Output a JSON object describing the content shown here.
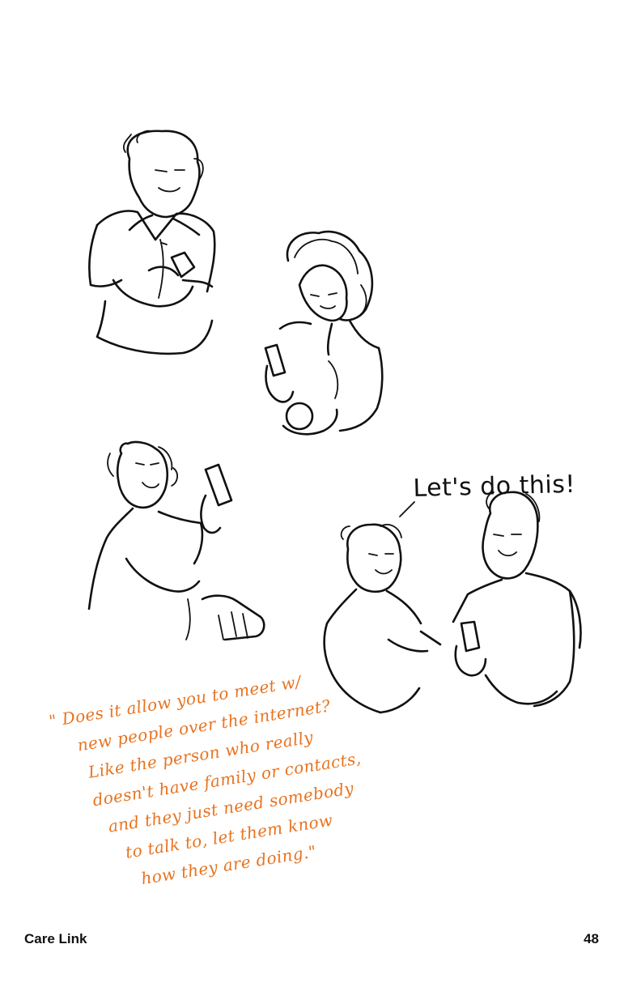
{
  "illustration": {
    "speech_bubble": "Let's do this!",
    "quote_lines": [
      "\" Does it allow you to meet w/",
      "new people over the internet?",
      "Like the person who really",
      "doesn't have family or contacts,",
      "and they just need somebody",
      "to talk to, let them know",
      "how they are doing.\""
    ],
    "quote_color": "#e8731f",
    "line_color": "#111111"
  },
  "footer": {
    "title": "Care Link",
    "page_number": "48"
  }
}
